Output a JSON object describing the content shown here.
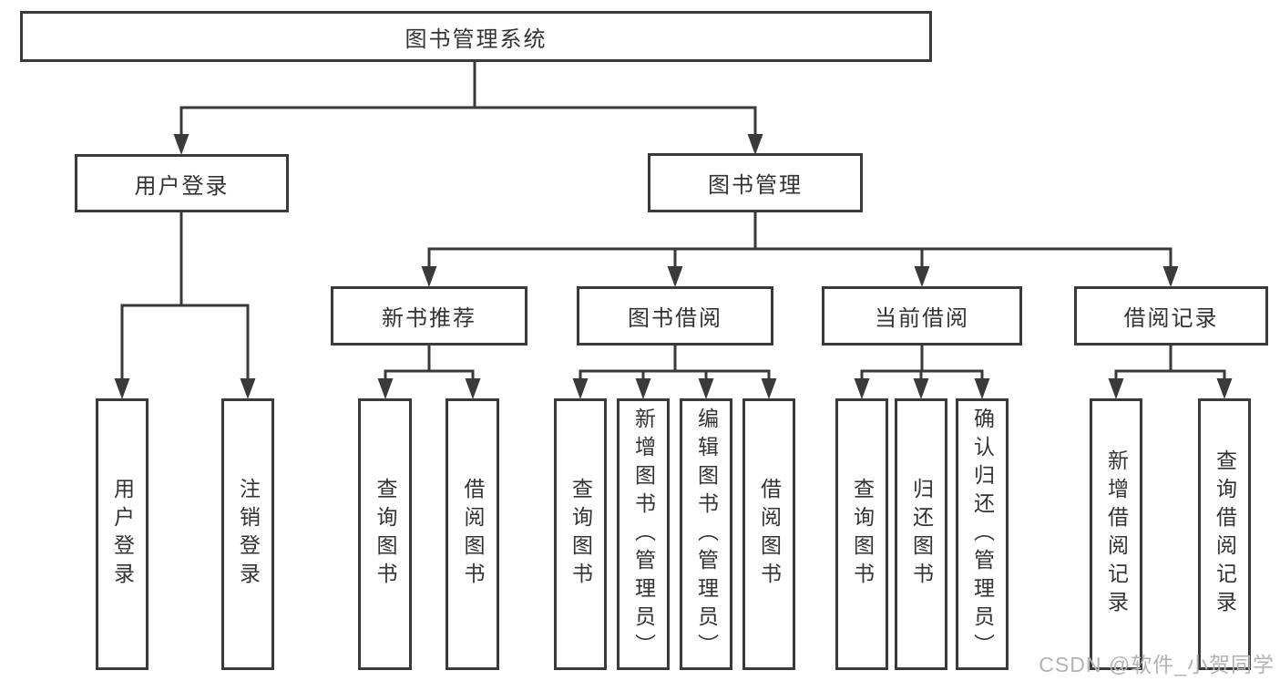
{
  "tree": {
    "label": "图书管理系统",
    "children": [
      {
        "label": "用户登录",
        "children": [
          {
            "label": "用户登录"
          },
          {
            "label": "注销登录"
          }
        ]
      },
      {
        "label": "图书管理",
        "children": [
          {
            "label": "新书推荐",
            "children": [
              {
                "label": "查询图书"
              },
              {
                "label": "借阅图书"
              }
            ]
          },
          {
            "label": "图书借阅",
            "children": [
              {
                "label": "查询图书"
              },
              {
                "label": "新增图书（管理员）"
              },
              {
                "label": "编辑图书（管理员）"
              },
              {
                "label": "借阅图书"
              }
            ]
          },
          {
            "label": "当前借阅",
            "children": [
              {
                "label": "查询图书"
              },
              {
                "label": "归还图书"
              },
              {
                "label": "确认归还（管理员）"
              }
            ]
          },
          {
            "label": "借阅记录",
            "children": [
              {
                "label": "新增借阅记录"
              },
              {
                "label": "查询借阅记录"
              }
            ]
          }
        ]
      }
    ]
  },
  "watermark": {
    "text": "CSDN @软件_小贺同学"
  },
  "colors": {
    "line": "#3a3a3a",
    "text": "#333333",
    "watermark": "#b3b3b3",
    "background": "#ffffff"
  }
}
